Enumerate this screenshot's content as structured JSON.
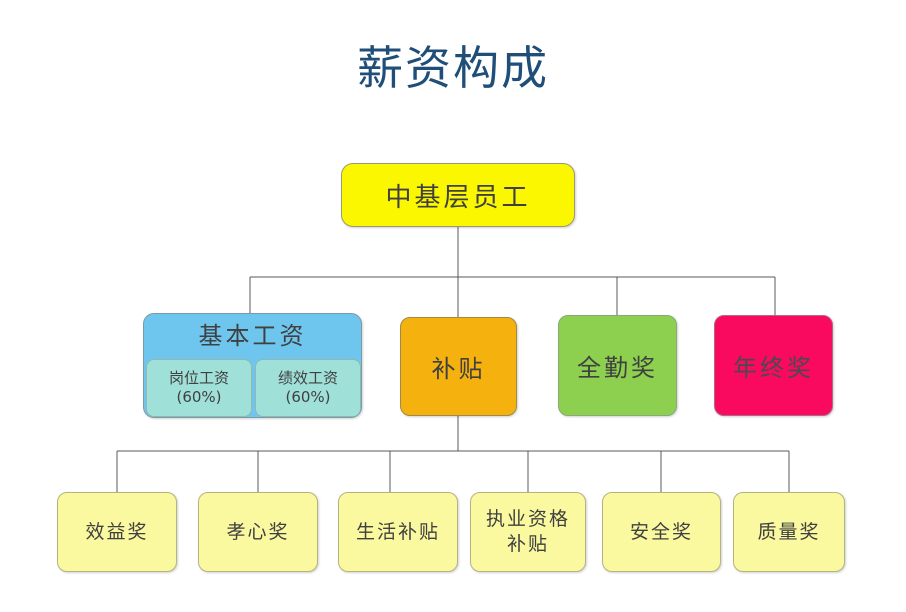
{
  "page": {
    "title": "薪资构成",
    "title_color": "#1F4E79",
    "background": "#FFFFFF"
  },
  "diagram": {
    "type": "org-tree",
    "root": {
      "label": "中基层员工",
      "color": "#FAF700"
    },
    "level2": [
      {
        "label": "基本工资",
        "color": "#6EC6EE",
        "children": [
          {
            "label": "岗位工资\n(60%)",
            "color": "#9FE0D8"
          },
          {
            "label": "绩效工资\n(60%)",
            "color": "#9FE0D8"
          }
        ]
      },
      {
        "label": "补贴",
        "color": "#F5B10D"
      },
      {
        "label": "全勤奖",
        "color": "#8DD04F"
      },
      {
        "label": "年终奖",
        "color": "#FA0A5F"
      }
    ],
    "level3": [
      {
        "label": "效益奖",
        "color": "#FAF9A0"
      },
      {
        "label": "孝心奖",
        "color": "#FAF9A0"
      },
      {
        "label": "生活补贴",
        "color": "#FAF9A0"
      },
      {
        "label": "执业资格\n补贴",
        "color": "#FAF9A0"
      },
      {
        "label": "安全奖",
        "color": "#FAF9A0"
      },
      {
        "label": "质量奖",
        "color": "#FAF9A0"
      }
    ],
    "connector_color": "#595959"
  }
}
